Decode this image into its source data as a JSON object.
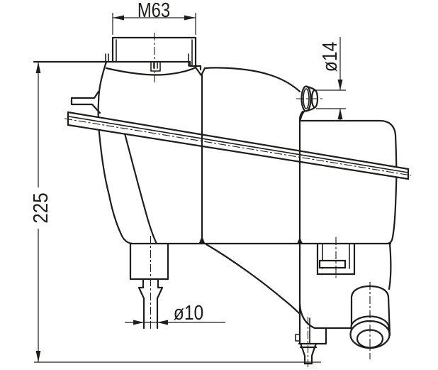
{
  "drawing": {
    "title": "expansion-tank-side-view",
    "background_color": "#ffffff",
    "line_color": "#1d1d1b",
    "dimensions": {
      "thread": "M63",
      "upper_port": "ø14",
      "height": "225",
      "bottom_outlet": "ø10"
    }
  }
}
